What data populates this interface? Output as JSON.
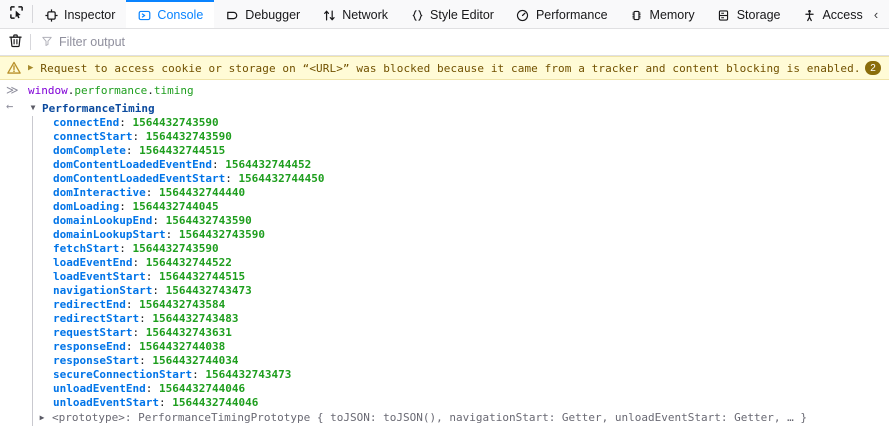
{
  "toolbar": {
    "picker_icon": "element-picker-icon",
    "overflow_icon": "chevron-left-icon",
    "overflow_glyph": "‹",
    "tabs": [
      {
        "label": "Inspector",
        "icon": "inspector-icon",
        "selected": false
      },
      {
        "label": "Console",
        "icon": "console-icon",
        "selected": true
      },
      {
        "label": "Debugger",
        "icon": "debugger-icon",
        "selected": false
      },
      {
        "label": "Network",
        "icon": "network-icon",
        "selected": false
      },
      {
        "label": "Style Editor",
        "icon": "style-editor-icon",
        "selected": false
      },
      {
        "label": "Performance",
        "icon": "performance-icon",
        "selected": false
      },
      {
        "label": "Memory",
        "icon": "memory-icon",
        "selected": false
      },
      {
        "label": "Storage",
        "icon": "storage-icon",
        "selected": false
      },
      {
        "label": "Accessibility",
        "icon": "accessibility-icon",
        "selected": false
      }
    ]
  },
  "console_toolbar": {
    "clear_icon": "trash-icon",
    "filter_icon": "funnel-icon",
    "filter_placeholder": "Filter output",
    "filter_value": ""
  },
  "warning": {
    "icon": "warning-triangle-icon",
    "expander_glyph": "▶",
    "text": "Request to access cookie or storage on “<URL>” was blocked because it came from a tracker and content blocking is enabled.",
    "badge_count": "2",
    "badge_color": "#8a6d0b",
    "background_color": "#fffbd6"
  },
  "input_line": {
    "prompt": "≫",
    "object": "window",
    "dot1": ".",
    "prop1": "performance",
    "dot2": ".",
    "prop2": "timing"
  },
  "result": {
    "return_arrow": "←",
    "twisty_open": "▼",
    "twisty_closed": "▶",
    "object_name": "PerformanceTiming",
    "properties": [
      {
        "name": "connectEnd",
        "value": "1564432743590"
      },
      {
        "name": "connectStart",
        "value": "1564432743590"
      },
      {
        "name": "domComplete",
        "value": "1564432744515"
      },
      {
        "name": "domContentLoadedEventEnd",
        "value": "1564432744452"
      },
      {
        "name": "domContentLoadedEventStart",
        "value": "1564432744450"
      },
      {
        "name": "domInteractive",
        "value": "1564432744440"
      },
      {
        "name": "domLoading",
        "value": "1564432744045"
      },
      {
        "name": "domainLookupEnd",
        "value": "1564432743590"
      },
      {
        "name": "domainLookupStart",
        "value": "1564432743590"
      },
      {
        "name": "fetchStart",
        "value": "1564432743590"
      },
      {
        "name": "loadEventEnd",
        "value": "1564432744522"
      },
      {
        "name": "loadEventStart",
        "value": "1564432744515"
      },
      {
        "name": "navigationStart",
        "value": "1564432743473"
      },
      {
        "name": "redirectEnd",
        "value": "1564432743584"
      },
      {
        "name": "redirectStart",
        "value": "1564432743483"
      },
      {
        "name": "requestStart",
        "value": "1564432743631"
      },
      {
        "name": "responseEnd",
        "value": "1564432744038"
      },
      {
        "name": "responseStart",
        "value": "1564432744034"
      },
      {
        "name": "secureConnectionStart",
        "value": "1564432743473"
      },
      {
        "name": "unloadEventEnd",
        "value": "1564432744046"
      },
      {
        "name": "unloadEventStart",
        "value": "1564432744046"
      }
    ],
    "prototype_line": "<prototype>: PerformanceTimingPrototype { toJSON: toJSON(), navigationStart: Getter, unloadEventStart: Getter, … }"
  }
}
